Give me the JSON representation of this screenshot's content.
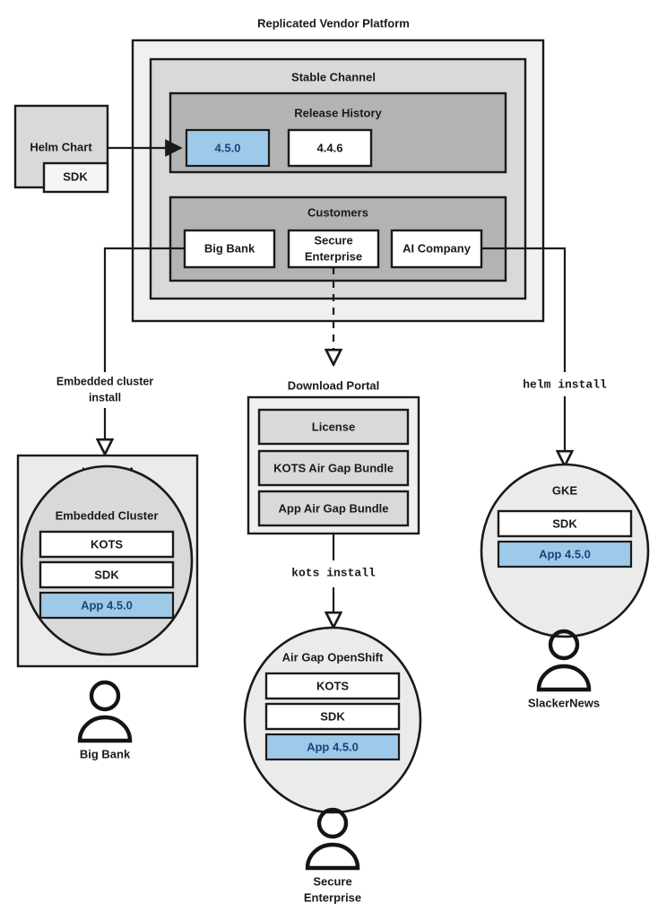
{
  "title": "Replicated Vendor Platform",
  "platform": {
    "stable_channel": {
      "label": "Stable Channel",
      "release_history": {
        "label": "Release History",
        "releases": [
          {
            "version": "4.5.0",
            "highlighted": true
          },
          {
            "version": "4.4.6",
            "highlighted": false
          }
        ]
      },
      "customers": {
        "label": "Customers",
        "items": [
          {
            "name": "Big Bank"
          },
          {
            "name": "Secure\nEnterprise",
            "line1": "Secure",
            "line2": "Enterprise"
          },
          {
            "name": "AI Company"
          }
        ]
      }
    }
  },
  "helm_chart": {
    "label": "Helm Chart",
    "sdk_label": "SDK"
  },
  "flows": [
    {
      "label_line1": "Embedded cluster",
      "label_line2": "install",
      "style": "solid"
    },
    {
      "label_line1": "kots install",
      "label_line2": "",
      "style": "mono"
    },
    {
      "label_line1": "helm install",
      "label_line2": "",
      "style": "mono"
    }
  ],
  "edge_labels": {
    "embedded_cluster_install_l1": "Embedded cluster",
    "embedded_cluster_install_l2": "install",
    "kots_install": "kots install",
    "helm_install": "helm install"
  },
  "targets": {
    "linux_vm": {
      "label": "Linux VM",
      "cluster_label": "Embedded Cluster",
      "components": [
        {
          "label": "KOTS",
          "highlighted": false
        },
        {
          "label": "SDK",
          "highlighted": false
        },
        {
          "label": "App 4.5.0",
          "highlighted": true
        }
      ],
      "customer": "Big Bank"
    },
    "download_portal": {
      "label": "Download Portal",
      "items": [
        {
          "label": "License"
        },
        {
          "label": "KOTS Air Gap Bundle"
        },
        {
          "label": "App Air Gap Bundle"
        }
      ]
    },
    "air_gap_openshift": {
      "label": "Air Gap OpenShift",
      "components": [
        {
          "label": "KOTS",
          "highlighted": false
        },
        {
          "label": "SDK",
          "highlighted": false
        },
        {
          "label": "App 4.5.0",
          "highlighted": true
        }
      ],
      "customer_line1": "Secure",
      "customer_line2": "Enterprise"
    },
    "gke": {
      "label": "GKE",
      "components": [
        {
          "label": "SDK",
          "highlighted": false
        },
        {
          "label": "App 4.5.0",
          "highlighted": true
        }
      ],
      "customer": "SlackerNews"
    }
  },
  "colors": {
    "outer_box": "#f0f0f0",
    "mid_box": "#d9d9d9",
    "inner_box": "#b3b3b3",
    "white_box": "#ffffff",
    "highlight_fill": "#9ec9e9",
    "highlight_stroke": "#2a6aa0",
    "highlight_text": "#17457a",
    "stroke": "#1a1a1a",
    "vm_fill": "#ebebeb",
    "circle_fill": "#ebebeb",
    "cluster_fill": "#d9d9d9"
  }
}
